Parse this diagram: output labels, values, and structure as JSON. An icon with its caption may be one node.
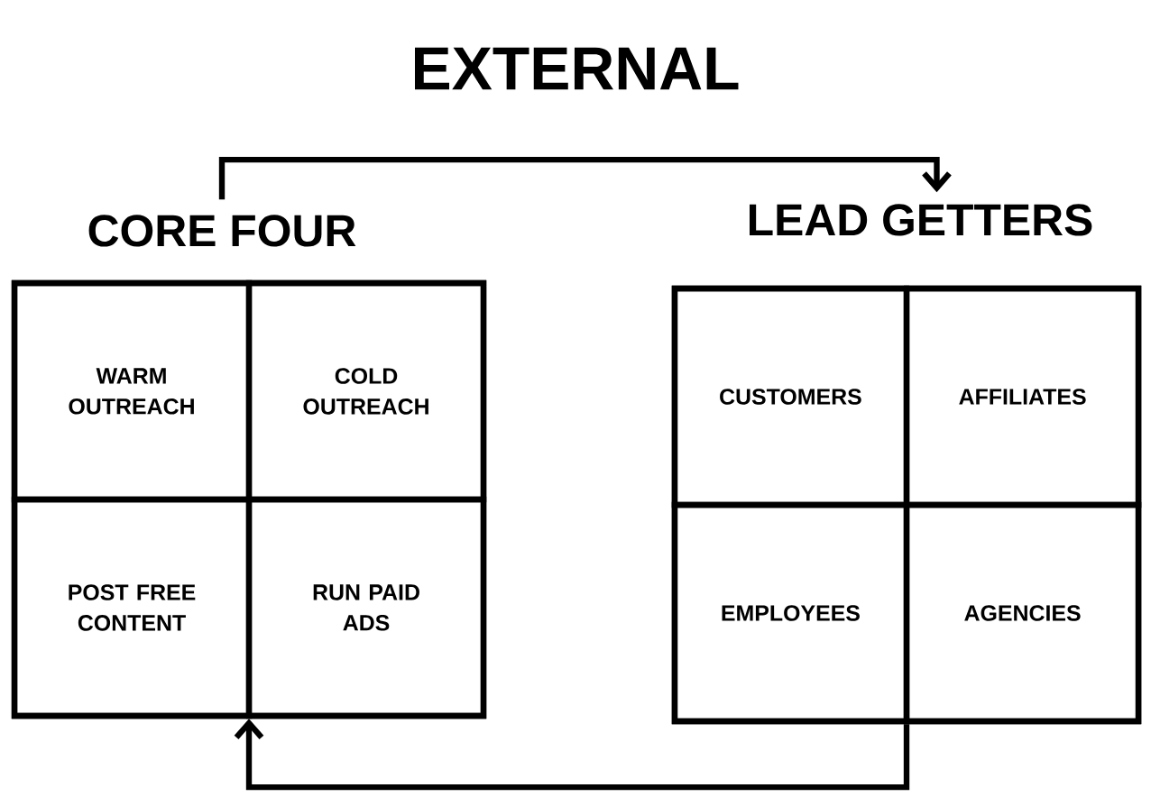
{
  "diagram": {
    "title": "EXTERNAL",
    "nodes": [
      {
        "text": [
          "CORE FOUR"
        ]
      },
      {
        "text": [
          "WARM OUTREACH"
        ],
        "in": 0
      },
      {
        "text": [
          "COLD OUTREACH"
        ],
        "in": 0
      },
      {
        "text": [
          "POST FREE CONTENT"
        ],
        "in": 0
      },
      {
        "text": [
          "RUN PAID ADS"
        ],
        "in": 0
      },
      {
        "text": [
          "LEAD GETTERS"
        ]
      },
      {
        "text": [
          "CUSTOMERS"
        ],
        "in": 5
      },
      {
        "text": [
          "AFFILIATES"
        ],
        "in": 5
      },
      {
        "text": [
          "EMPLOYEES"
        ],
        "in": 5
      },
      {
        "text": [
          "AGENCIES"
        ],
        "in": 5
      }
    ],
    "edges": [
      {
        "from": 0,
        "to": 5,
        "arrow": "to"
      },
      {
        "from": 5,
        "to": 0,
        "arrow": "to"
      }
    ]
  }
}
